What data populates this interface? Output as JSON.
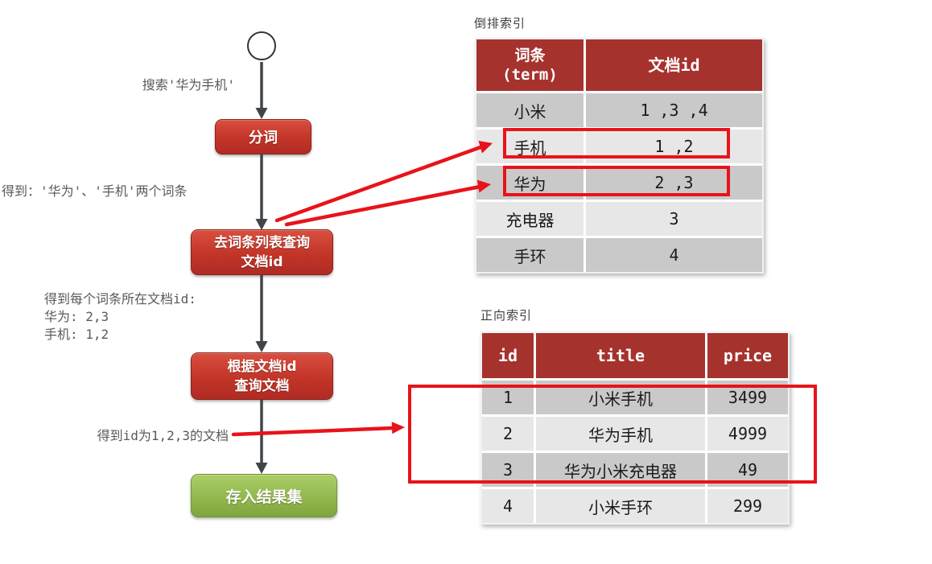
{
  "colors": {
    "table_header_red": "#a6322e",
    "flow_box_red": "#c23528",
    "flow_box_green": "#92b84e",
    "highlight_red": "#e8131a",
    "row_dark_gray": "#c9c9c9",
    "row_light_gray": "#e7e7e7",
    "flow_arrow_dark": "#3f4548",
    "label_gray": "#595959"
  },
  "flowchart": {
    "label_search": "搜索'华为手机'",
    "step_segment": "分词",
    "label_terms": "得到：'华为'、'手机'两个词条",
    "step_lookup_line1": "去词条列表查询",
    "step_lookup_line2": "文档id",
    "label_docids_line1": "得到每个词条所在文档id:",
    "label_docids_line2": "华为: 2,3",
    "label_docids_line3": "手机: 1,2",
    "step_fetch_line1": "根据文档id",
    "step_fetch_line2": "查询文档",
    "label_result": "得到id为1,2,3的文档",
    "step_store": "存入结果集"
  },
  "inverted_index": {
    "title": "倒排索引",
    "header_term_line1": "词条",
    "header_term_line2": "(term)",
    "header_docid": "文档id",
    "rows": [
      {
        "term": "小米",
        "doc_ids": "1 ,3 ,4",
        "highlighted": false
      },
      {
        "term": "手机",
        "doc_ids": "1 ,2",
        "highlighted": true
      },
      {
        "term": "华为",
        "doc_ids": "2 ,3",
        "highlighted": true
      },
      {
        "term": "充电器",
        "doc_ids": "3",
        "highlighted": false
      },
      {
        "term": "手环",
        "doc_ids": "4",
        "highlighted": false
      }
    ]
  },
  "forward_index": {
    "title": "正向索引",
    "header_id": "id",
    "header_title": "title",
    "header_price": "price",
    "rows": [
      {
        "id": "1",
        "title": "小米手机",
        "price": "3499",
        "highlighted": true
      },
      {
        "id": "2",
        "title": "华为手机",
        "price": "4999",
        "highlighted": true
      },
      {
        "id": "3",
        "title": "华为小米充电器",
        "price": "49",
        "highlighted": true
      },
      {
        "id": "4",
        "title": "小米手环",
        "price": "299",
        "highlighted": false
      }
    ]
  }
}
